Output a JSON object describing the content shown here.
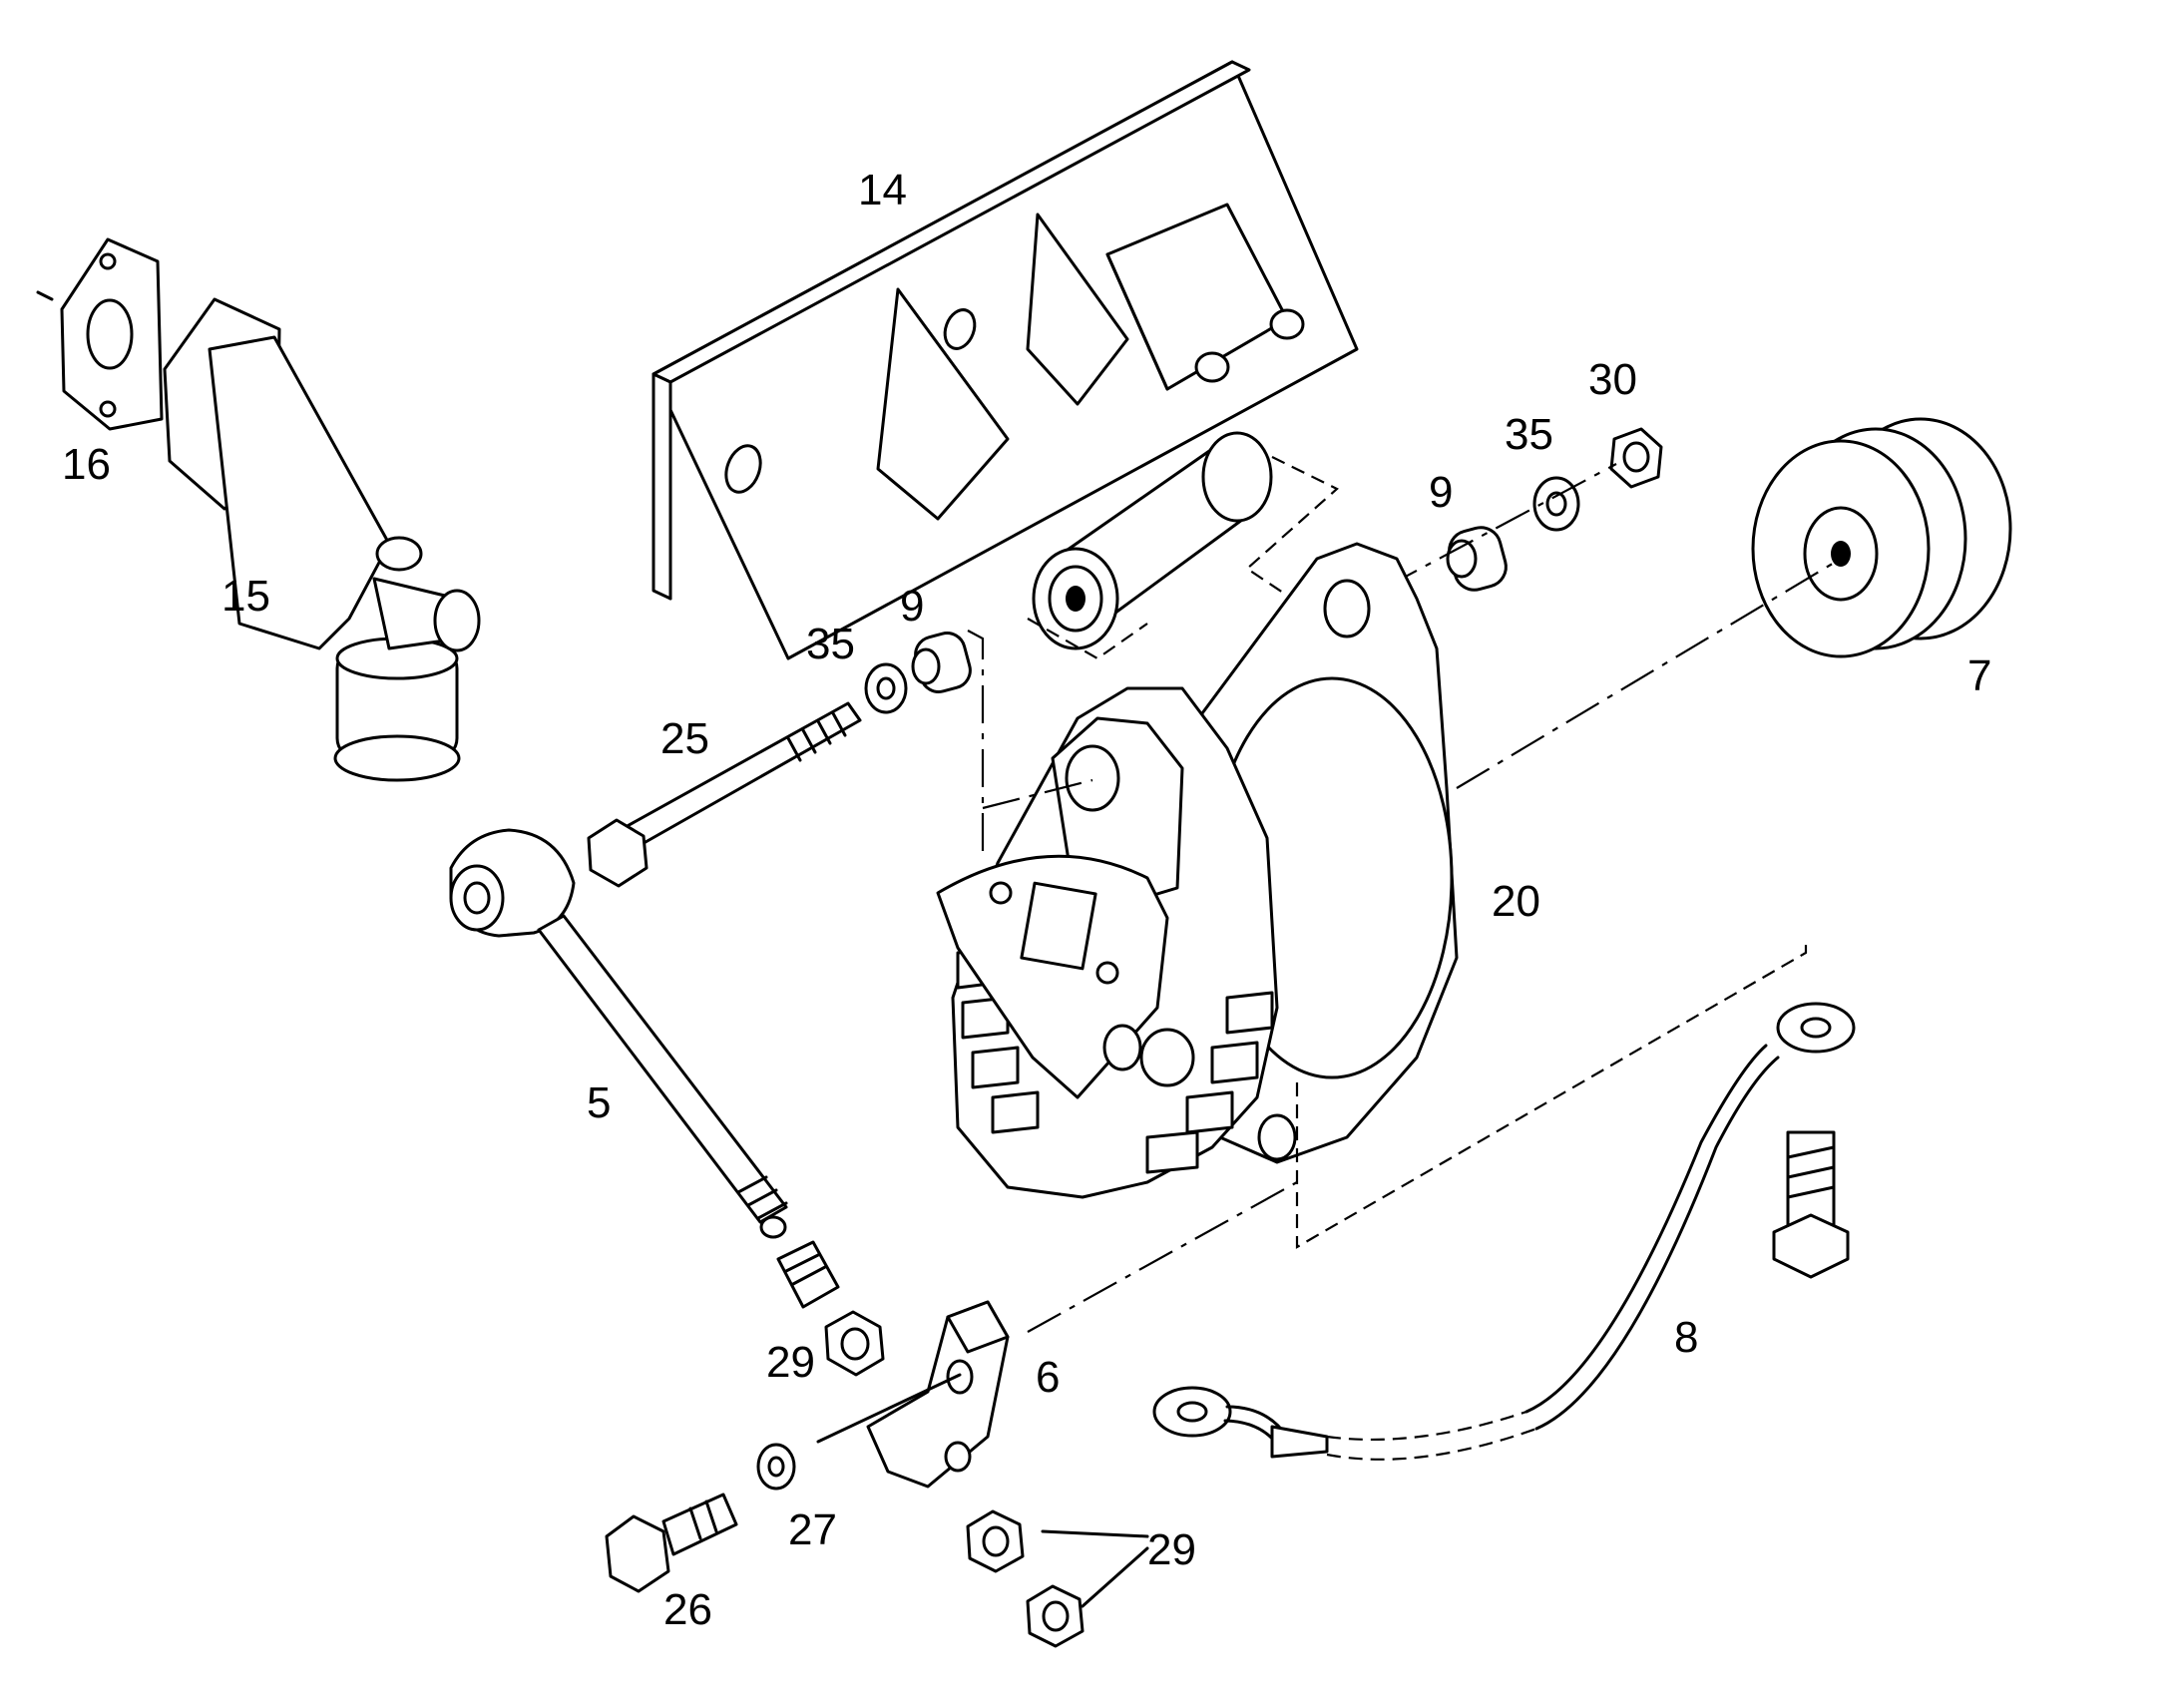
{
  "labels": {
    "p14": "14",
    "p16": "16",
    "p15": "15",
    "p30": "30",
    "p35a": "35",
    "p9a": "9",
    "p9b": "9",
    "p35b": "35",
    "p25": "25",
    "p7": "7",
    "p20": "20",
    "p5": "5",
    "p8": "8",
    "p29a": "29",
    "p6": "6",
    "p27": "27",
    "p29b": "29",
    "p26": "26"
  }
}
